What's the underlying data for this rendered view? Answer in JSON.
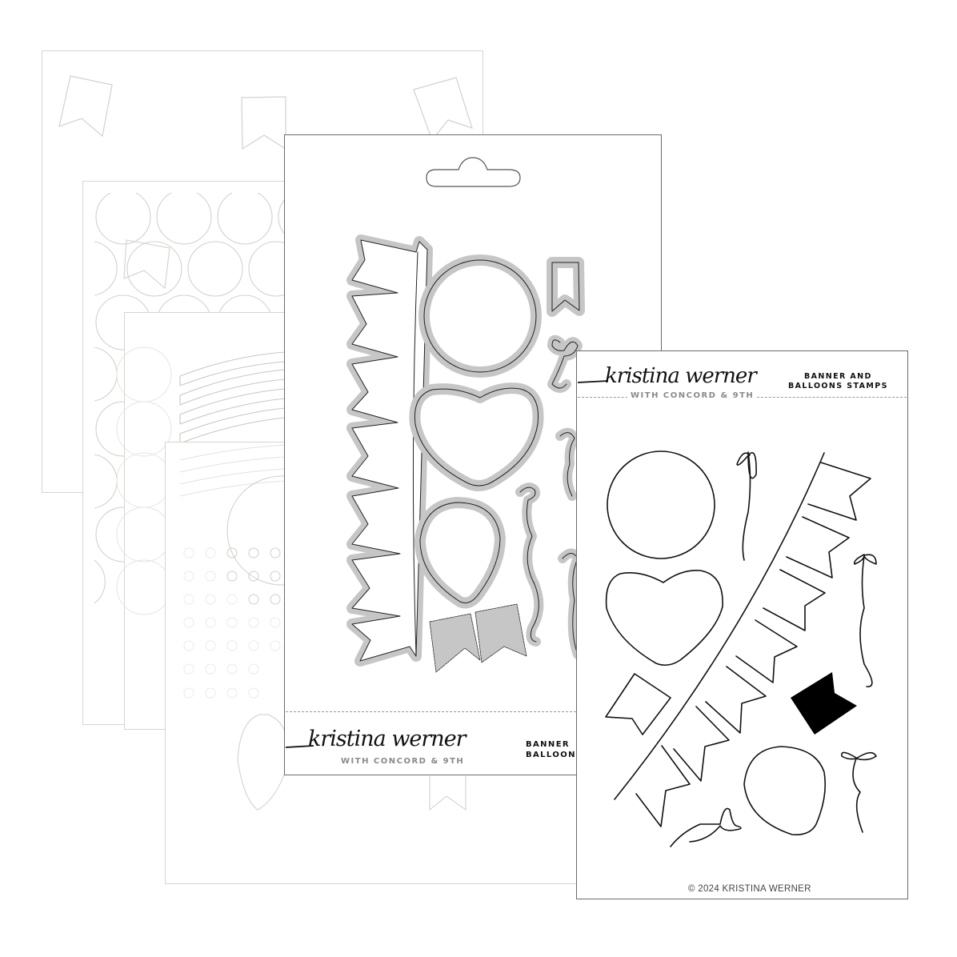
{
  "product": {
    "brand_script": "kristina werner",
    "brand_sub": "WITH CONCORD & 9TH",
    "colors": {
      "stencil_line": "#d6d4cf",
      "package_border": "#6b6b6b",
      "die_gray": "#c8c8c8",
      "ink": "#111111"
    }
  },
  "die_package": {
    "title_line1": "BANNER",
    "title_line2": "BALLOONS"
  },
  "stamp_card": {
    "title_line1": "BANNER AND",
    "title_line2": "BALLOONS STAMPS",
    "copyright": "© 2024 KRISTINA WERNER"
  },
  "stencils": [
    {
      "name": "Banner flags stencil"
    },
    {
      "name": "Circles stencil"
    },
    {
      "name": "Banner arcs stencil"
    },
    {
      "name": "Dots and balloon stencil"
    }
  ]
}
